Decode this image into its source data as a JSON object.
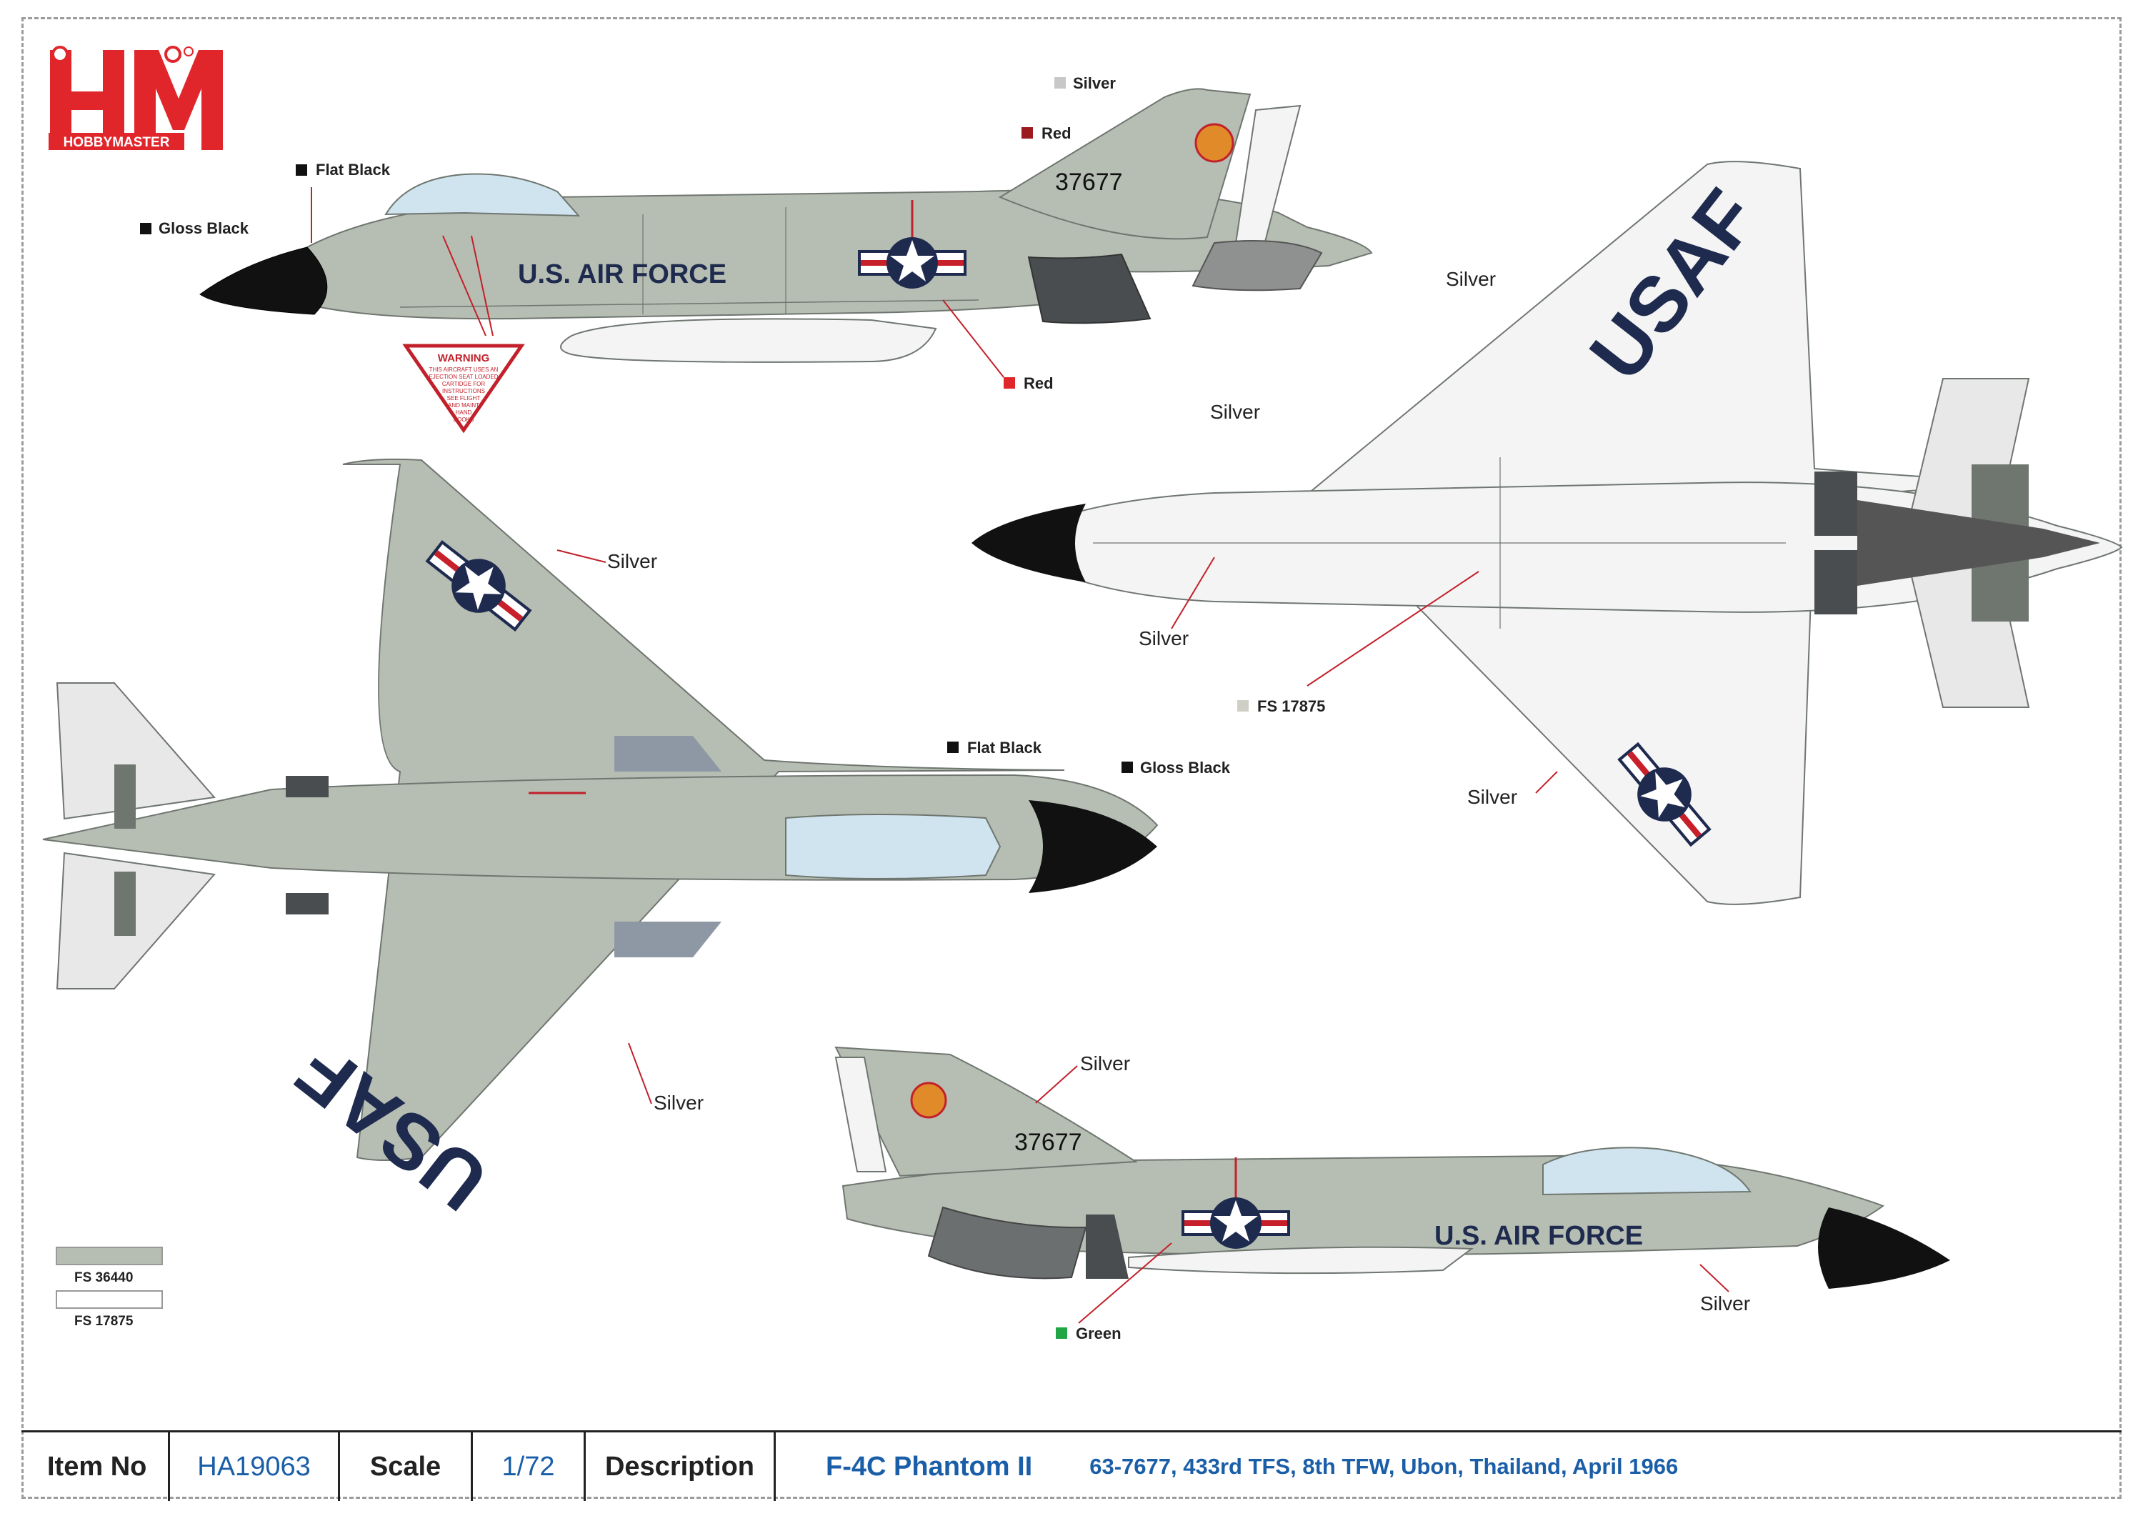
{
  "brand": {
    "logo_letters": "HM",
    "logo_name": "HOBBYMASTER",
    "logo_color": "#e0262b"
  },
  "colors": {
    "camo_grey": "#b6bdb2",
    "panel_line": "#6f7670",
    "underside": "#f4f4f4",
    "gloss_black": "#111111",
    "insignia_blue": "#1e2b4f",
    "insignia_red": "#c8202a",
    "callout_red": "#c2202a",
    "canopy": "#cfe4ee"
  },
  "callouts": {
    "silver": "Silver",
    "red": "Red",
    "flat_black": "Flat Black",
    "gloss_black": "Gloss Black",
    "green": "Green",
    "fs_17875": "FS 17875"
  },
  "markings": {
    "serial": "37677",
    "air_force": "U.S. AIR FORCE",
    "usaf": "USAF",
    "warning_title": "WARNING",
    "warning_lines": [
      "THIS AIRCRAFT USES AN",
      "EJECTION SEAT LOADED",
      "CARTIDGE FOR",
      "INSTRUCTIONS",
      "SEE FLIGHT",
      "AND MAINT",
      "HAND",
      "BOOKS"
    ]
  },
  "legend": [
    {
      "code": "FS 36440",
      "color": "#b6bdb2"
    },
    {
      "code": "FS 17875",
      "color": "#ffffff"
    }
  ],
  "title_block": {
    "item_no_label": "Item No",
    "item_no": "HA19063",
    "scale_label": "Scale",
    "scale": "1/72",
    "description_label": "Description",
    "model": "F-4C Phantom II",
    "details": "63-7677, 433rd TFS, 8th TFW, Ubon, Thailand, April 1966"
  }
}
